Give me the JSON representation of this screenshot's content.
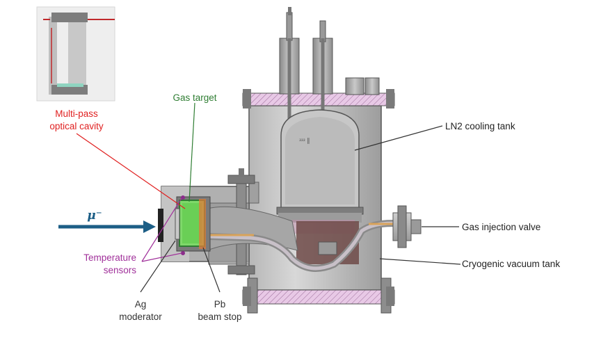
{
  "colors": {
    "gas_target": "#2e7d32",
    "optical_cavity": "#e02020",
    "temperature_sensors": "#a0309a",
    "muon_beam": "#1c5e86",
    "leader_gray": "#333333"
  },
  "labels": {
    "gas_target": "Gas target",
    "optical_cavity_line1": "Multi-pass",
    "optical_cavity_line2": "optical cavity",
    "ln2_tank": "LN2 cooling tank",
    "gas_valve": "Gas injection valve",
    "vacuum_tank": "Cryogenic vacuum tank",
    "temp_line1": "Temperature",
    "temp_line2": "sensors",
    "ag_line1": "Ag",
    "ag_line2": "moderator",
    "pb_line1": "Pb",
    "pb_line2": "beam stop",
    "muon_symbol": "μ⁻"
  },
  "icons": {
    "beam_arrow": "right-arrow-icon"
  }
}
